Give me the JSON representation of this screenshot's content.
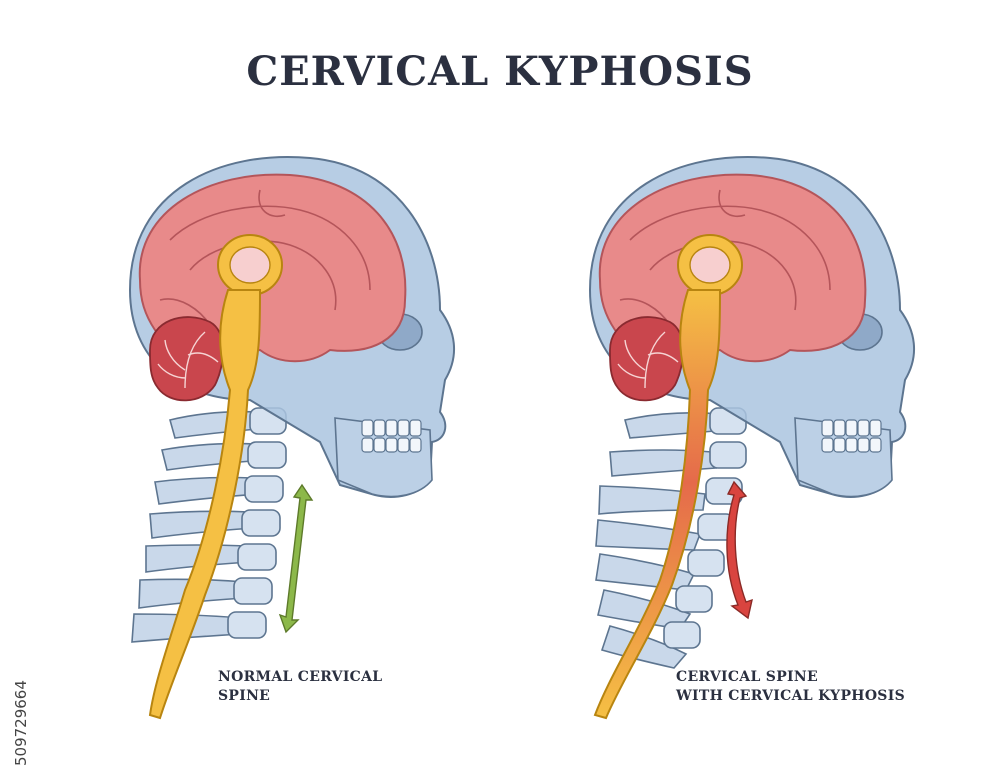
{
  "title": "CERVICAL KYPHOSIS",
  "captions": {
    "left": [
      "NORMAL CERVICAL",
      "SPINE"
    ],
    "right": [
      "CERVICAL SPINE",
      "WITH CERVICAL KYPHOSIS"
    ]
  },
  "watermark_id": "509729664",
  "colors": {
    "skull": "#aac4df",
    "skull_outline": "#5d7590",
    "brain": "#e88a8a",
    "brain_outline": "#b4555a",
    "cerebellum": "#c9464d",
    "spinal_cord": "#f5c044",
    "normal_arrow": "#8cb84a",
    "kyphosis_arrow": "#d9443f",
    "text": "#2b3040"
  },
  "icons": [
    "normal-curve-arrow-icon",
    "kyphosis-curve-arrow-icon"
  ]
}
